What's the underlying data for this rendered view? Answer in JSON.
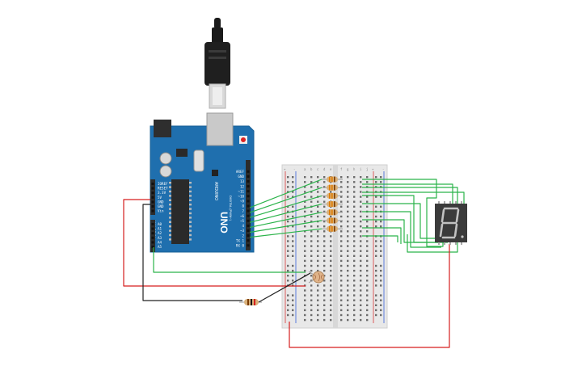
{
  "arduino": {
    "logo": "ARDUINO",
    "model": "UNO",
    "header_digital_label": "DIGITAL (PWM~)",
    "header_analog_label": "ANALOG IN",
    "power_pin_labels": [
      "IOREF",
      "RESET",
      "3.3V",
      "5V",
      "GND",
      "GND",
      "Vin"
    ],
    "analog_pin_labels": [
      "A0",
      "A1",
      "A2",
      "A3",
      "A4",
      "A5"
    ],
    "digital_pin_labels": [
      "AREF",
      "GND",
      "13",
      "12",
      "~11",
      "~10",
      "~9",
      "8",
      "7",
      "~6",
      "~5",
      "4",
      "~3",
      "2",
      "TX 1",
      "RX 0"
    ]
  },
  "breadboard": {
    "column_letters_left": [
      "a",
      "b",
      "c",
      "d",
      "e"
    ],
    "column_letters_right": [
      "f",
      "g",
      "h",
      "i",
      "j"
    ],
    "rail_plus": "+",
    "rail_minus": "-"
  },
  "display": {
    "digit": "8",
    "segment_color": "#c2c2c2",
    "body_color": "#3b3b3b"
  },
  "colors": {
    "board": "#1f6fae",
    "wire_green": "#2bb34a",
    "wire_red": "#d61f1f",
    "wire_black": "#222222"
  }
}
